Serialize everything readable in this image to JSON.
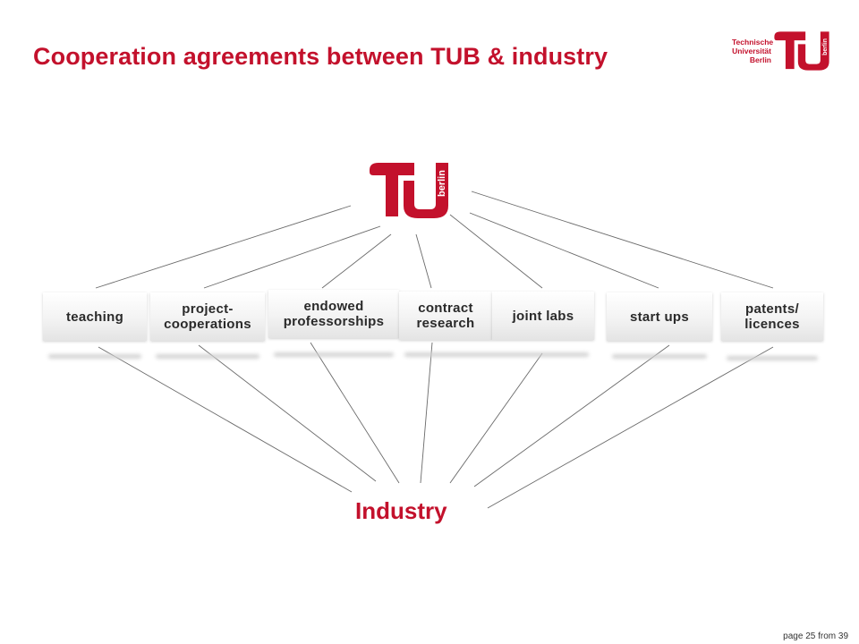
{
  "slide": {
    "title": "Cooperation agreements between TUB & industry",
    "page_number": "page 25 from 39",
    "brand_color": "#c3112c"
  },
  "header_logo": {
    "text_lines": [
      "Technische",
      "Universität",
      "Berlin"
    ],
    "mark_text": "berlin",
    "icon": "tu-berlin-logo-icon"
  },
  "center_logo": {
    "mark_text": "berlin",
    "icon": "tu-berlin-logo-icon"
  },
  "categories": [
    {
      "id": "teaching",
      "label": "teaching"
    },
    {
      "id": "project-cooperations",
      "label": "project-\ncooperations"
    },
    {
      "id": "endowed-professorships",
      "label": "endowed\nprofessorships"
    },
    {
      "id": "contract-research",
      "label": "contract\nresearch"
    },
    {
      "id": "joint-labs",
      "label": "joint labs"
    },
    {
      "id": "start-ups",
      "label": "start ups"
    },
    {
      "id": "patents-licences",
      "label": "patents/\nlicences"
    }
  ],
  "industry": {
    "label": "Industry"
  }
}
